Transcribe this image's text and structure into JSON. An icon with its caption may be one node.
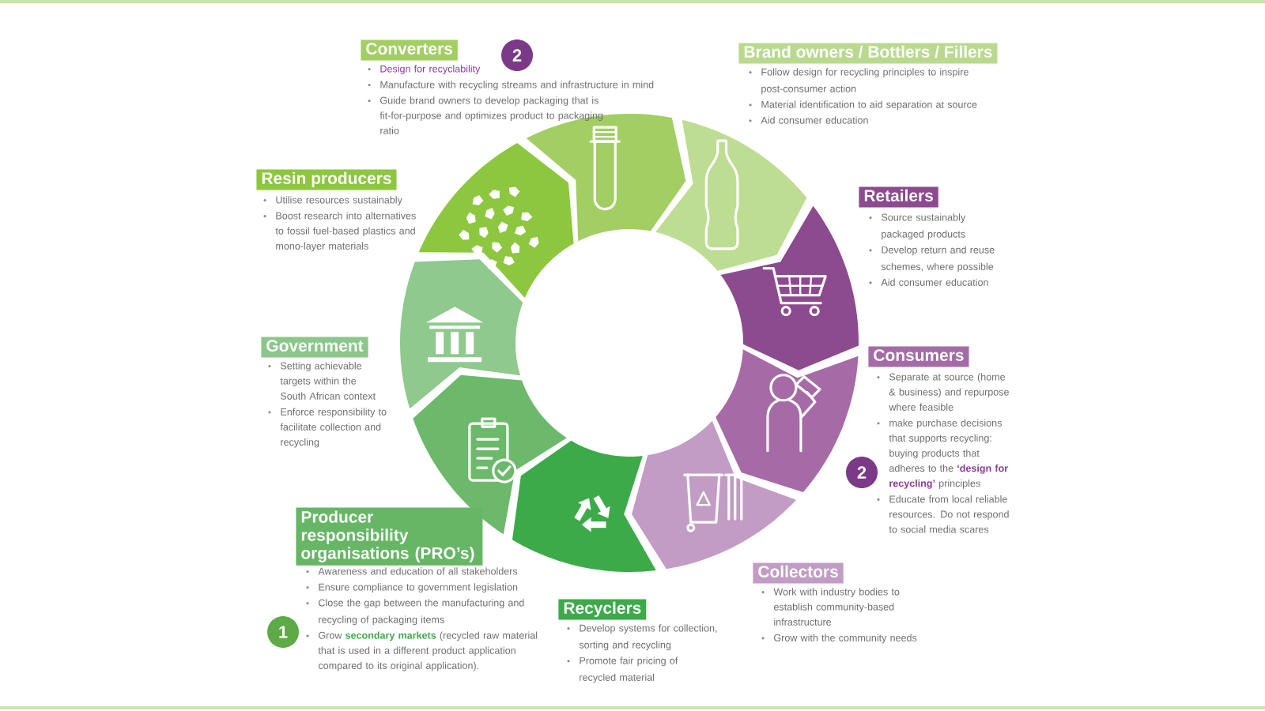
{
  "diagram": {
    "nodes": [
      {
        "text": [
          "Converters"
        ],
        "beside": [
          "Design for recyclability",
          "Manufacture with recycling streams and infrastructure in mind",
          "Guide brand owners to develop packaging that is fit-for-purpose and optimizes product to packaging ratio"
        ]
      },
      {
        "text": [
          "Brand owners / Bottlers / Fillers"
        ],
        "beside": [
          "Follow design for recycling principles to inspire post-consumer action",
          "Material identification to aid separation at source",
          "Aid consumer education"
        ]
      },
      {
        "text": [
          "Resin producers"
        ],
        "beside": [
          "Utilise resources sustainably",
          "Boost research into alternatives to fossil fuel-based plastics and mono-layer materials"
        ]
      },
      {
        "text": [
          "Retailers"
        ],
        "beside": [
          "Source sustainably packaged products",
          "Develop return and reuse schemes, where possible",
          "Aid consumer education"
        ]
      },
      {
        "text": [
          "Government"
        ],
        "beside": [
          "Setting achievable targets within the South African context",
          "Enforce responsibility to facilitate collection and recycling"
        ]
      },
      {
        "text": [
          "Consumers"
        ],
        "beside": [
          "Separate at source (home & business) and repurpose where feasible",
          "make purchase decisions that supports recycling: buying products that adheres to the **‘design for recycling’** principles",
          "Educate from local reliable resources. Do not respond to social media scares"
        ]
      },
      {
        "text": [
          "Producer responsibility organisations (PRO’s)"
        ],
        "beside": [
          "Awareness and education of all stakeholders",
          "Ensure compliance to government legislation",
          "Close the gap between the manufacturing and recycling of packaging items",
          "Grow **secondary markets** (recycled raw material that is used in a different product application compared to its original application)."
        ]
      },
      {
        "text": [
          "Collectors"
        ],
        "beside": [
          "Work with industry bodies to establish community-based infrastructure",
          "Grow with the community needs"
        ]
      },
      {
        "text": [
          "Recyclers"
        ],
        "beside": [
          "Develop systems for collection, sorting and recycling",
          "Promote fair pricing of recycled material"
        ]
      }
    ],
    "labels": [
      "2",
      "2",
      "1"
    ]
  }
}
